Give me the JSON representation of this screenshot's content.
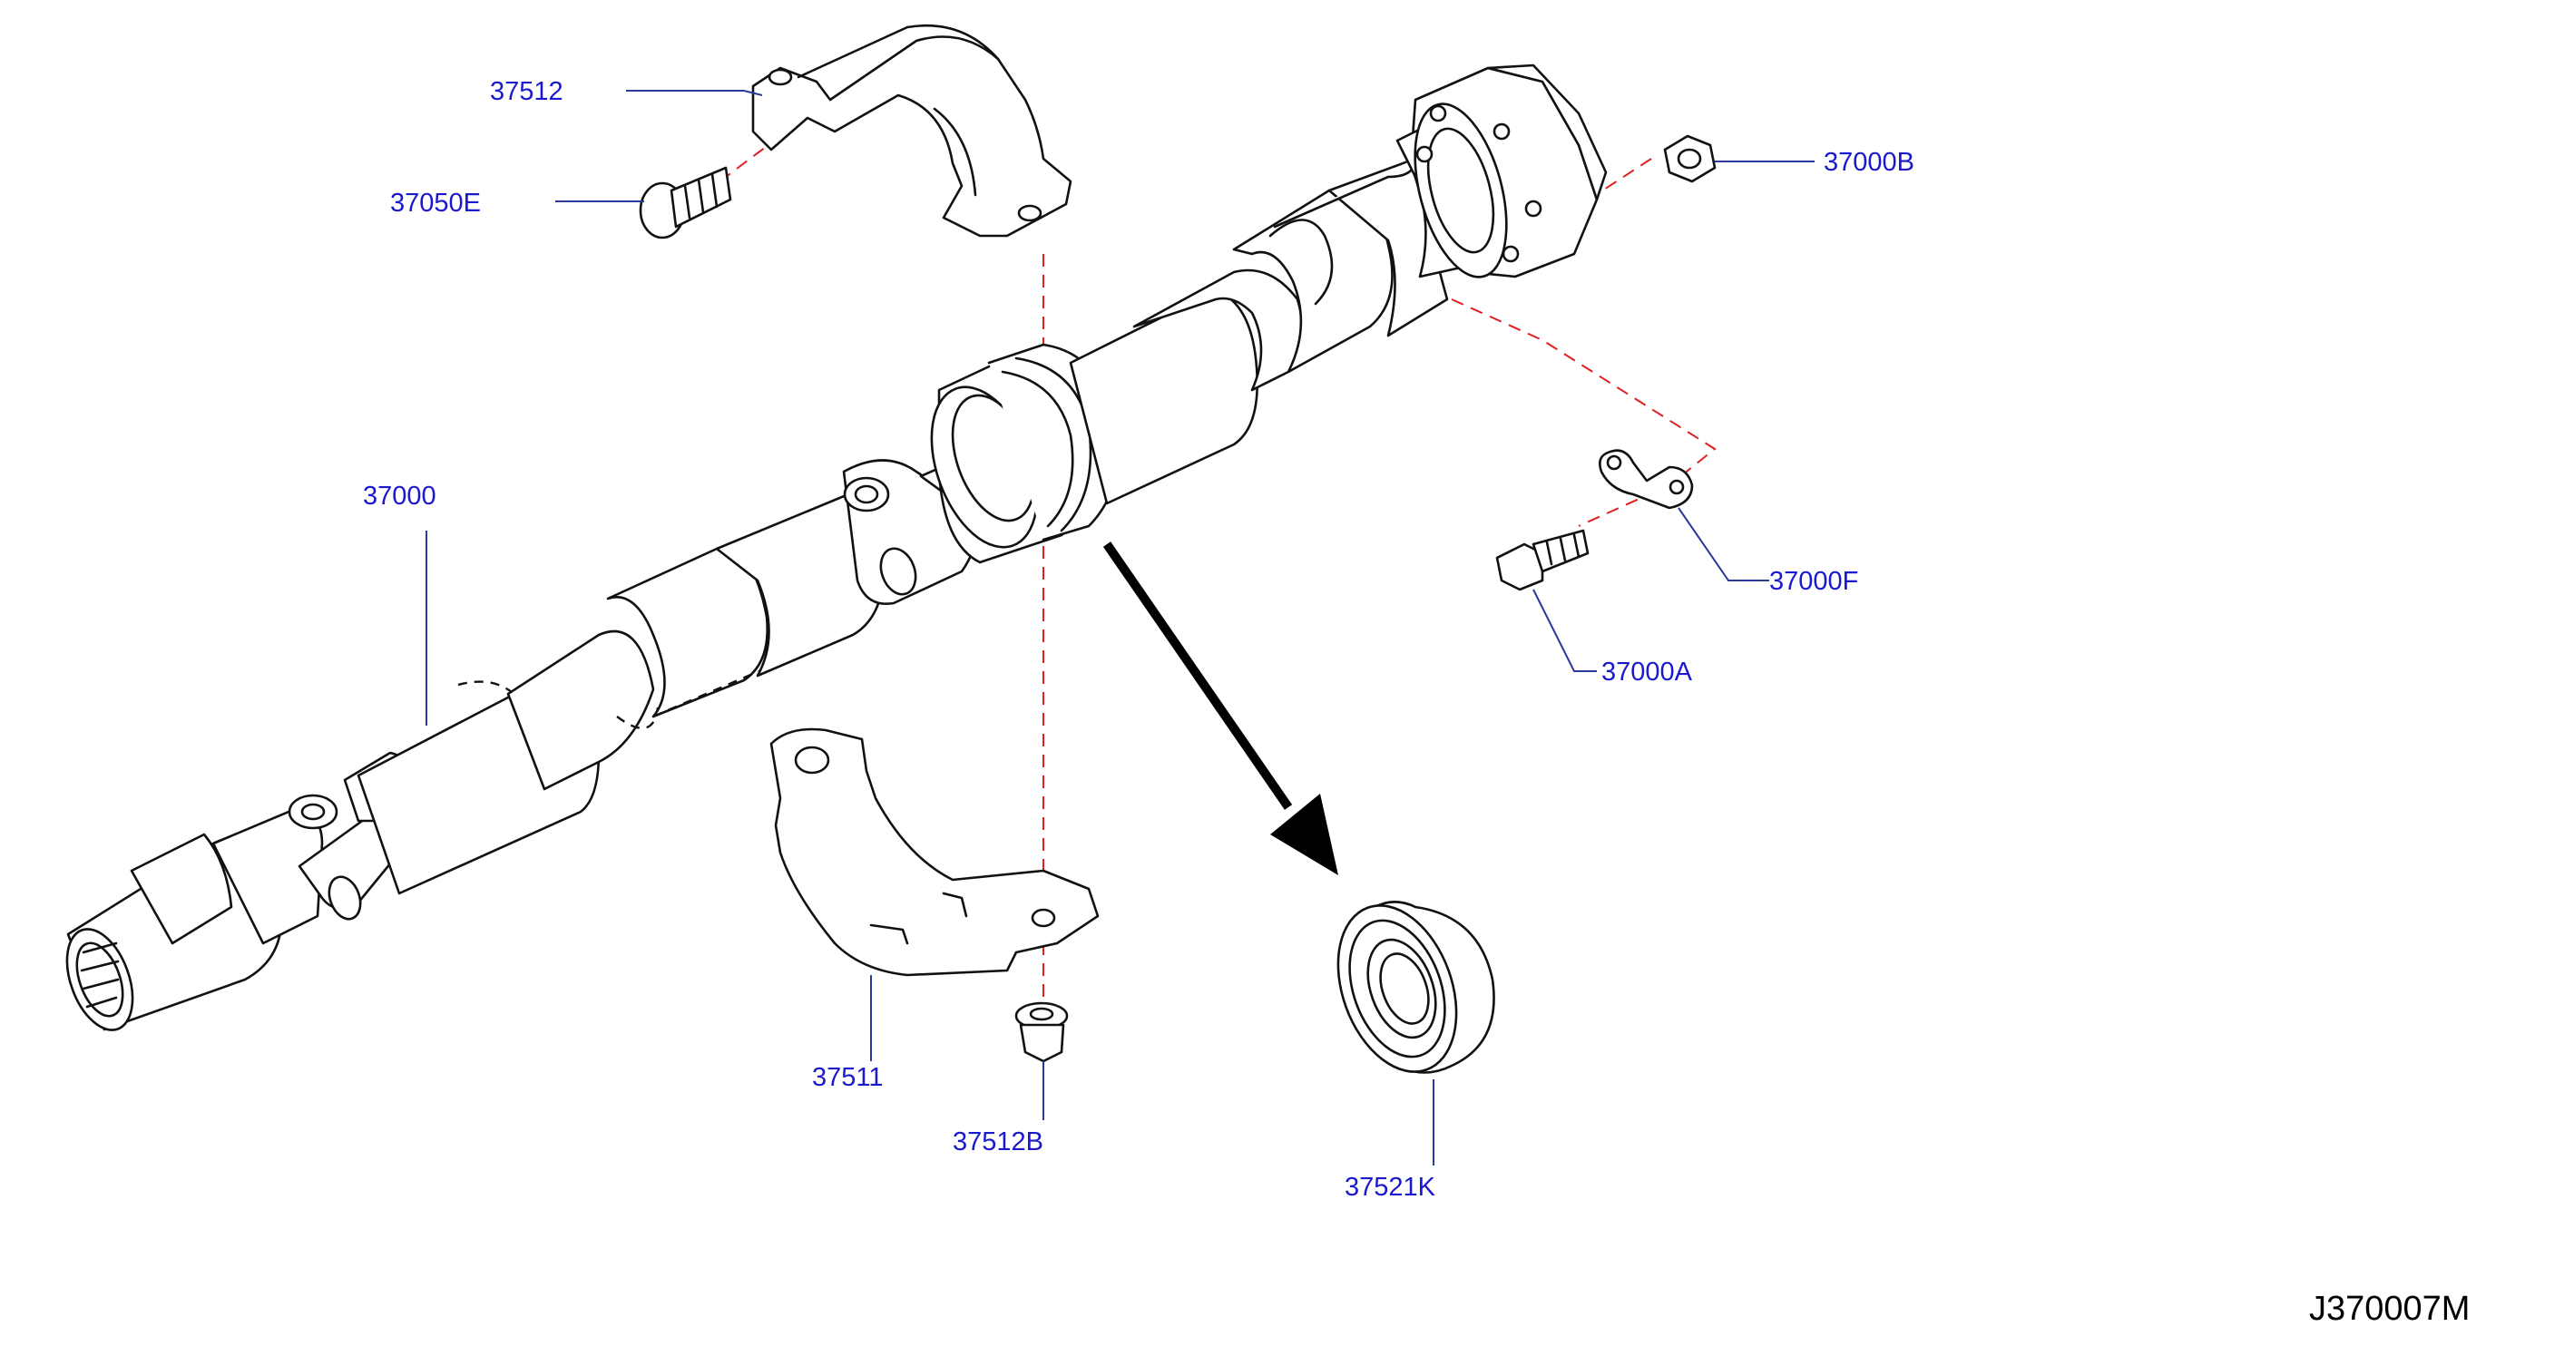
{
  "diagram_code": "J370007M",
  "callouts": {
    "clamp_upper": "37512",
    "screw": "37050E",
    "flange_nut": "37000B",
    "shaft_assembly": "37000",
    "washer_clip": "37000F",
    "bolt": "37000A",
    "clamp_lower": "37511",
    "clamp_nut": "37512B",
    "bearing": "37521K"
  },
  "colors": {
    "callout_text": "#1a1acc",
    "leader_line": "#2a3a9a",
    "assembly_line": "#e02020",
    "part_outline": "#111111"
  }
}
